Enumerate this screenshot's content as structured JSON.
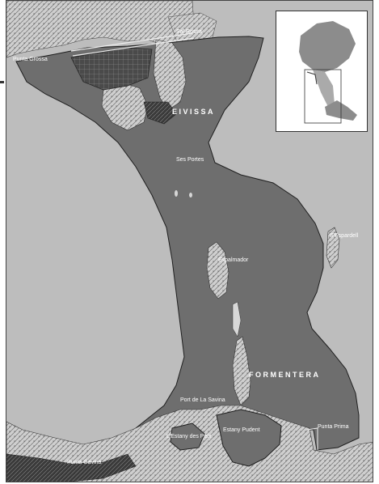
{
  "labels": {
    "punta_grossa": "Punta Grossa",
    "sal_rossa": "Sal Rossa",
    "eivissa": "EIVISSA",
    "ses_portes": "Ses Portes",
    "espardell": "S'Espardell",
    "espalmador": "Espalmador",
    "formentera": "FORMENTERA",
    "port_savina": "Port de La Savina",
    "estany_pudent": "Estany Pudent",
    "estany_peix": "L'Estany des Peix",
    "punta_prima": "Punta Prima",
    "punta_gavina": "Punta Gavina"
  },
  "colors": {
    "sea": "#bdbdbd",
    "protected_area": "#6e6e6e",
    "land_detail": "#d2d2d2",
    "land_dark": "#3a3a3a",
    "boundary": "#1e1e1e"
  }
}
